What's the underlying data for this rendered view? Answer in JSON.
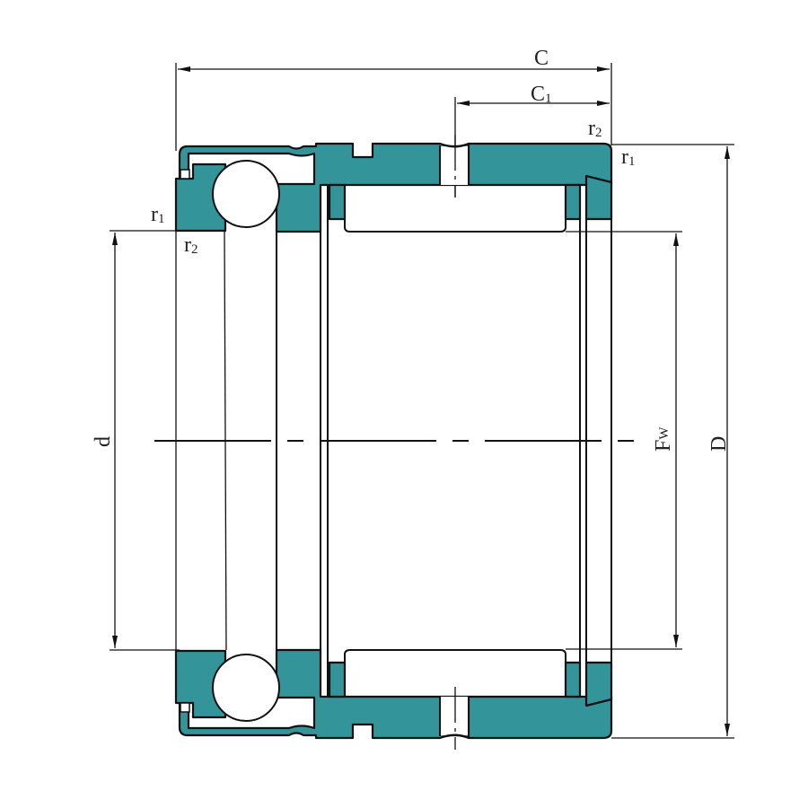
{
  "diagram": {
    "title": "Needle roller / thrust ball bearing cross-section",
    "colors": {
      "section_fill": "#33959a",
      "line": "#111111",
      "background": "#ffffff"
    },
    "dimensions": {
      "C": {
        "main": "C",
        "sub": ""
      },
      "C1": {
        "main": "C",
        "sub": "1"
      },
      "d": {
        "main": "d",
        "sub": ""
      },
      "Fw": {
        "main": "F",
        "sub": "W"
      },
      "D": {
        "main": "D",
        "sub": ""
      },
      "r1_left": {
        "main": "r",
        "sub": "1"
      },
      "r2_left": {
        "main": "r",
        "sub": "2"
      },
      "r1_right": {
        "main": "r",
        "sub": "1"
      },
      "r2_right": {
        "main": "r",
        "sub": "2"
      }
    }
  }
}
